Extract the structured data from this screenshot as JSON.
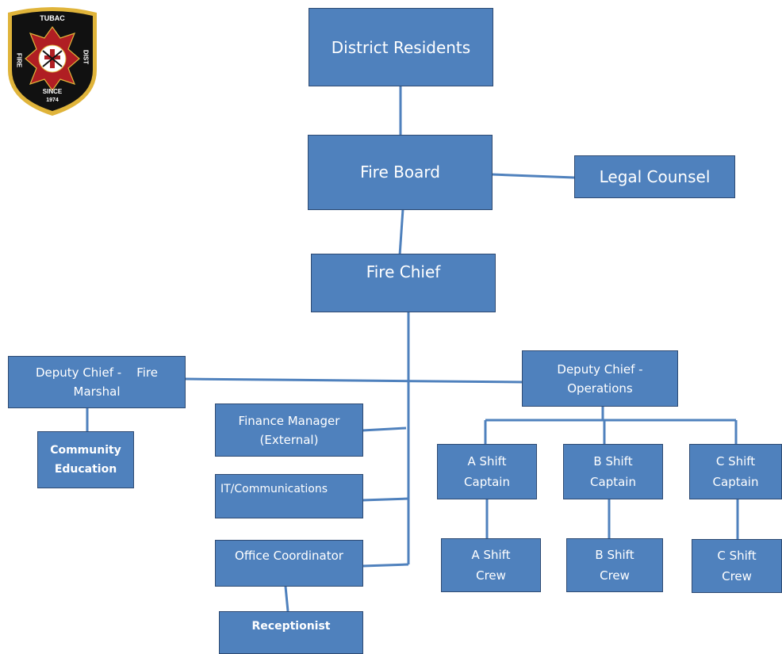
{
  "logo": {
    "name": "Tubac Fire District badge",
    "top_text": "TUBAC",
    "left_text": "FIRE",
    "right_text": "DIST",
    "since_text": "SINCE",
    "year_text": "1974"
  },
  "org_chart": {
    "district_residents": "District Residents",
    "fire_board": "Fire Board",
    "legal_counsel": "Legal Counsel",
    "fire_chief": "Fire Chief",
    "deputy_chief_fire_marshal": "Deputy Chief -    Fire\nMarshal",
    "community_education": "Community\nEducation",
    "finance_manager": "Finance Manager\n(External)",
    "it_communications": "IT/Communications",
    "office_coordinator": "Office Coordinator",
    "receptionist": "Receptionist",
    "deputy_chief_operations": "Deputy Chief -\nOperations",
    "a_shift_captain": "A Shift\nCaptain",
    "b_shift_captain": "B Shift\nCaptain",
    "c_shift_captain": "C Shift\nCaptain",
    "a_shift_crew": "A Shift\nCrew",
    "b_shift_crew": "B Shift\nCrew",
    "c_shift_crew": "C Shift\nCrew"
  },
  "colors": {
    "box_fill": "#4f81bd",
    "box_border": "#2e4a72",
    "connector": "#4f81bd",
    "text": "#ffffff",
    "badge_red": "#b01e23",
    "badge_gold": "#e0b43a",
    "badge_black": "#111111"
  }
}
